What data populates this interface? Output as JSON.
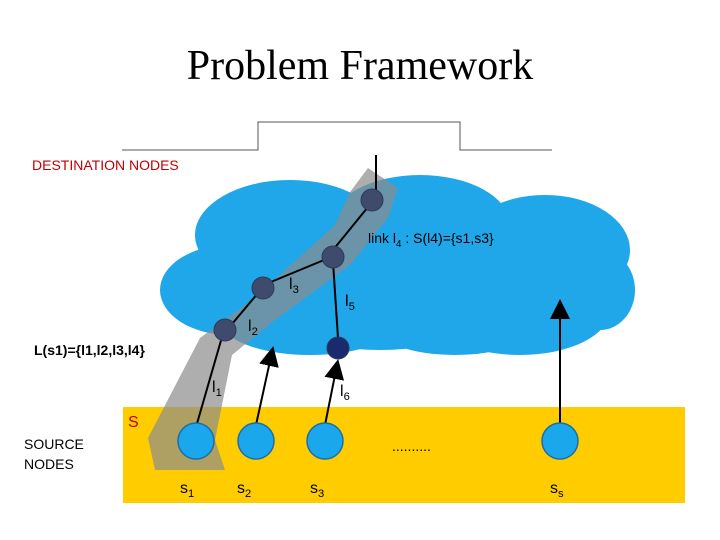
{
  "title": "Problem Framework",
  "labels": {
    "destination": "DESTINATION NODES",
    "source_line1": "SOURCE",
    "source_line2": "NODES",
    "set_s": "S",
    "ellipsis": "..........",
    "link4_prefix": "link l",
    "link4_sub": "4",
    "link4_suffix": " : S(l4)={s1,s3}",
    "ls1": "L(s1)={l1,l2,l3,l4}"
  },
  "links": [
    {
      "name": "l",
      "sub": "1"
    },
    {
      "name": "l",
      "sub": "2"
    },
    {
      "name": "l",
      "sub": "3"
    },
    {
      "name": "l",
      "sub": "5"
    },
    {
      "name": "l",
      "sub": "6"
    }
  ],
  "sources": [
    {
      "name": "s",
      "sub": "1"
    },
    {
      "name": "s",
      "sub": "2"
    },
    {
      "name": "s",
      "sub": "3"
    },
    {
      "name": "s",
      "sub": "s"
    }
  ],
  "colors": {
    "cloud": "#1fa7ea",
    "source_band": "#ffcc00",
    "source_node": "#1aa7ec",
    "router_node": "#3f4b6c",
    "red_label": "#c00000",
    "path_highlight": "#8c8c8c"
  }
}
